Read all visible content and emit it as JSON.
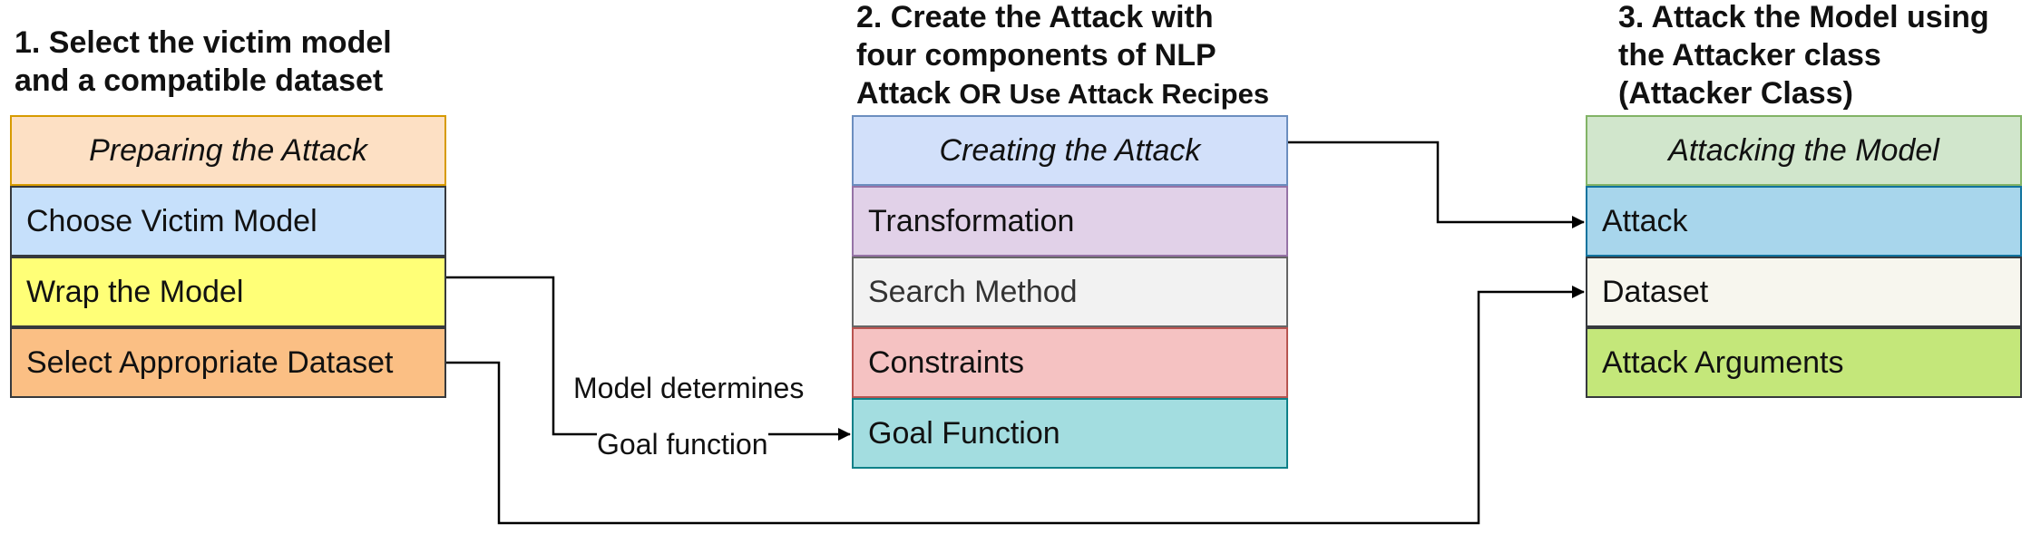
{
  "columns": {
    "prepare": {
      "heading_lines": [
        "1. Select the victim model",
        "and a compatible dataset"
      ],
      "title": "Preparing the Attack",
      "items": [
        "Choose Victim Model",
        "Wrap the Model",
        "Select Appropriate Dataset"
      ],
      "colors": {
        "title_fill": "#fde0c4",
        "title_stroke": "#d79b00",
        "item_fills": [
          "#c6e0fb",
          "#ffff77",
          "#fbbf84"
        ],
        "stroke": "#36393d"
      }
    },
    "create": {
      "heading_lines": [
        "2. Create the Attack with",
        "four components of NLP"
      ],
      "heading_line3_a": "Attack",
      "heading_line3_b": "OR Use Attack Recipes",
      "title": "Creating the Attack",
      "items": [
        "Transformation",
        "Search Method",
        "Constraints",
        "Goal Function"
      ],
      "colors": {
        "title_fill": "#d2e0fa",
        "title_stroke": "#6c8ebf",
        "item_fills": [
          "#e1d1e8",
          "#f2f2f2",
          "#f5c2c2",
          "#a3dde0"
        ],
        "item_strokes": [
          "#9673a6",
          "#666666",
          "#b85450",
          "#0e8088"
        ]
      }
    },
    "attack": {
      "heading_lines": [
        "3. Attack the Model using",
        "the Attacker class",
        "(Attacker Class)"
      ],
      "title": "Attacking the Model",
      "items": [
        "Attack",
        "Dataset",
        "Attack Arguments"
      ],
      "colors": {
        "title_fill": "#d1e6cc",
        "title_stroke": "#82b366",
        "item_fills": [
          "#a8d6ec",
          "#f7f6ee",
          "#c4e77a"
        ],
        "item_strokes": [
          "#10739e",
          "#36393d",
          "#36393d"
        ]
      }
    }
  },
  "edge_labels": [
    "Model determines",
    "Goal function"
  ]
}
